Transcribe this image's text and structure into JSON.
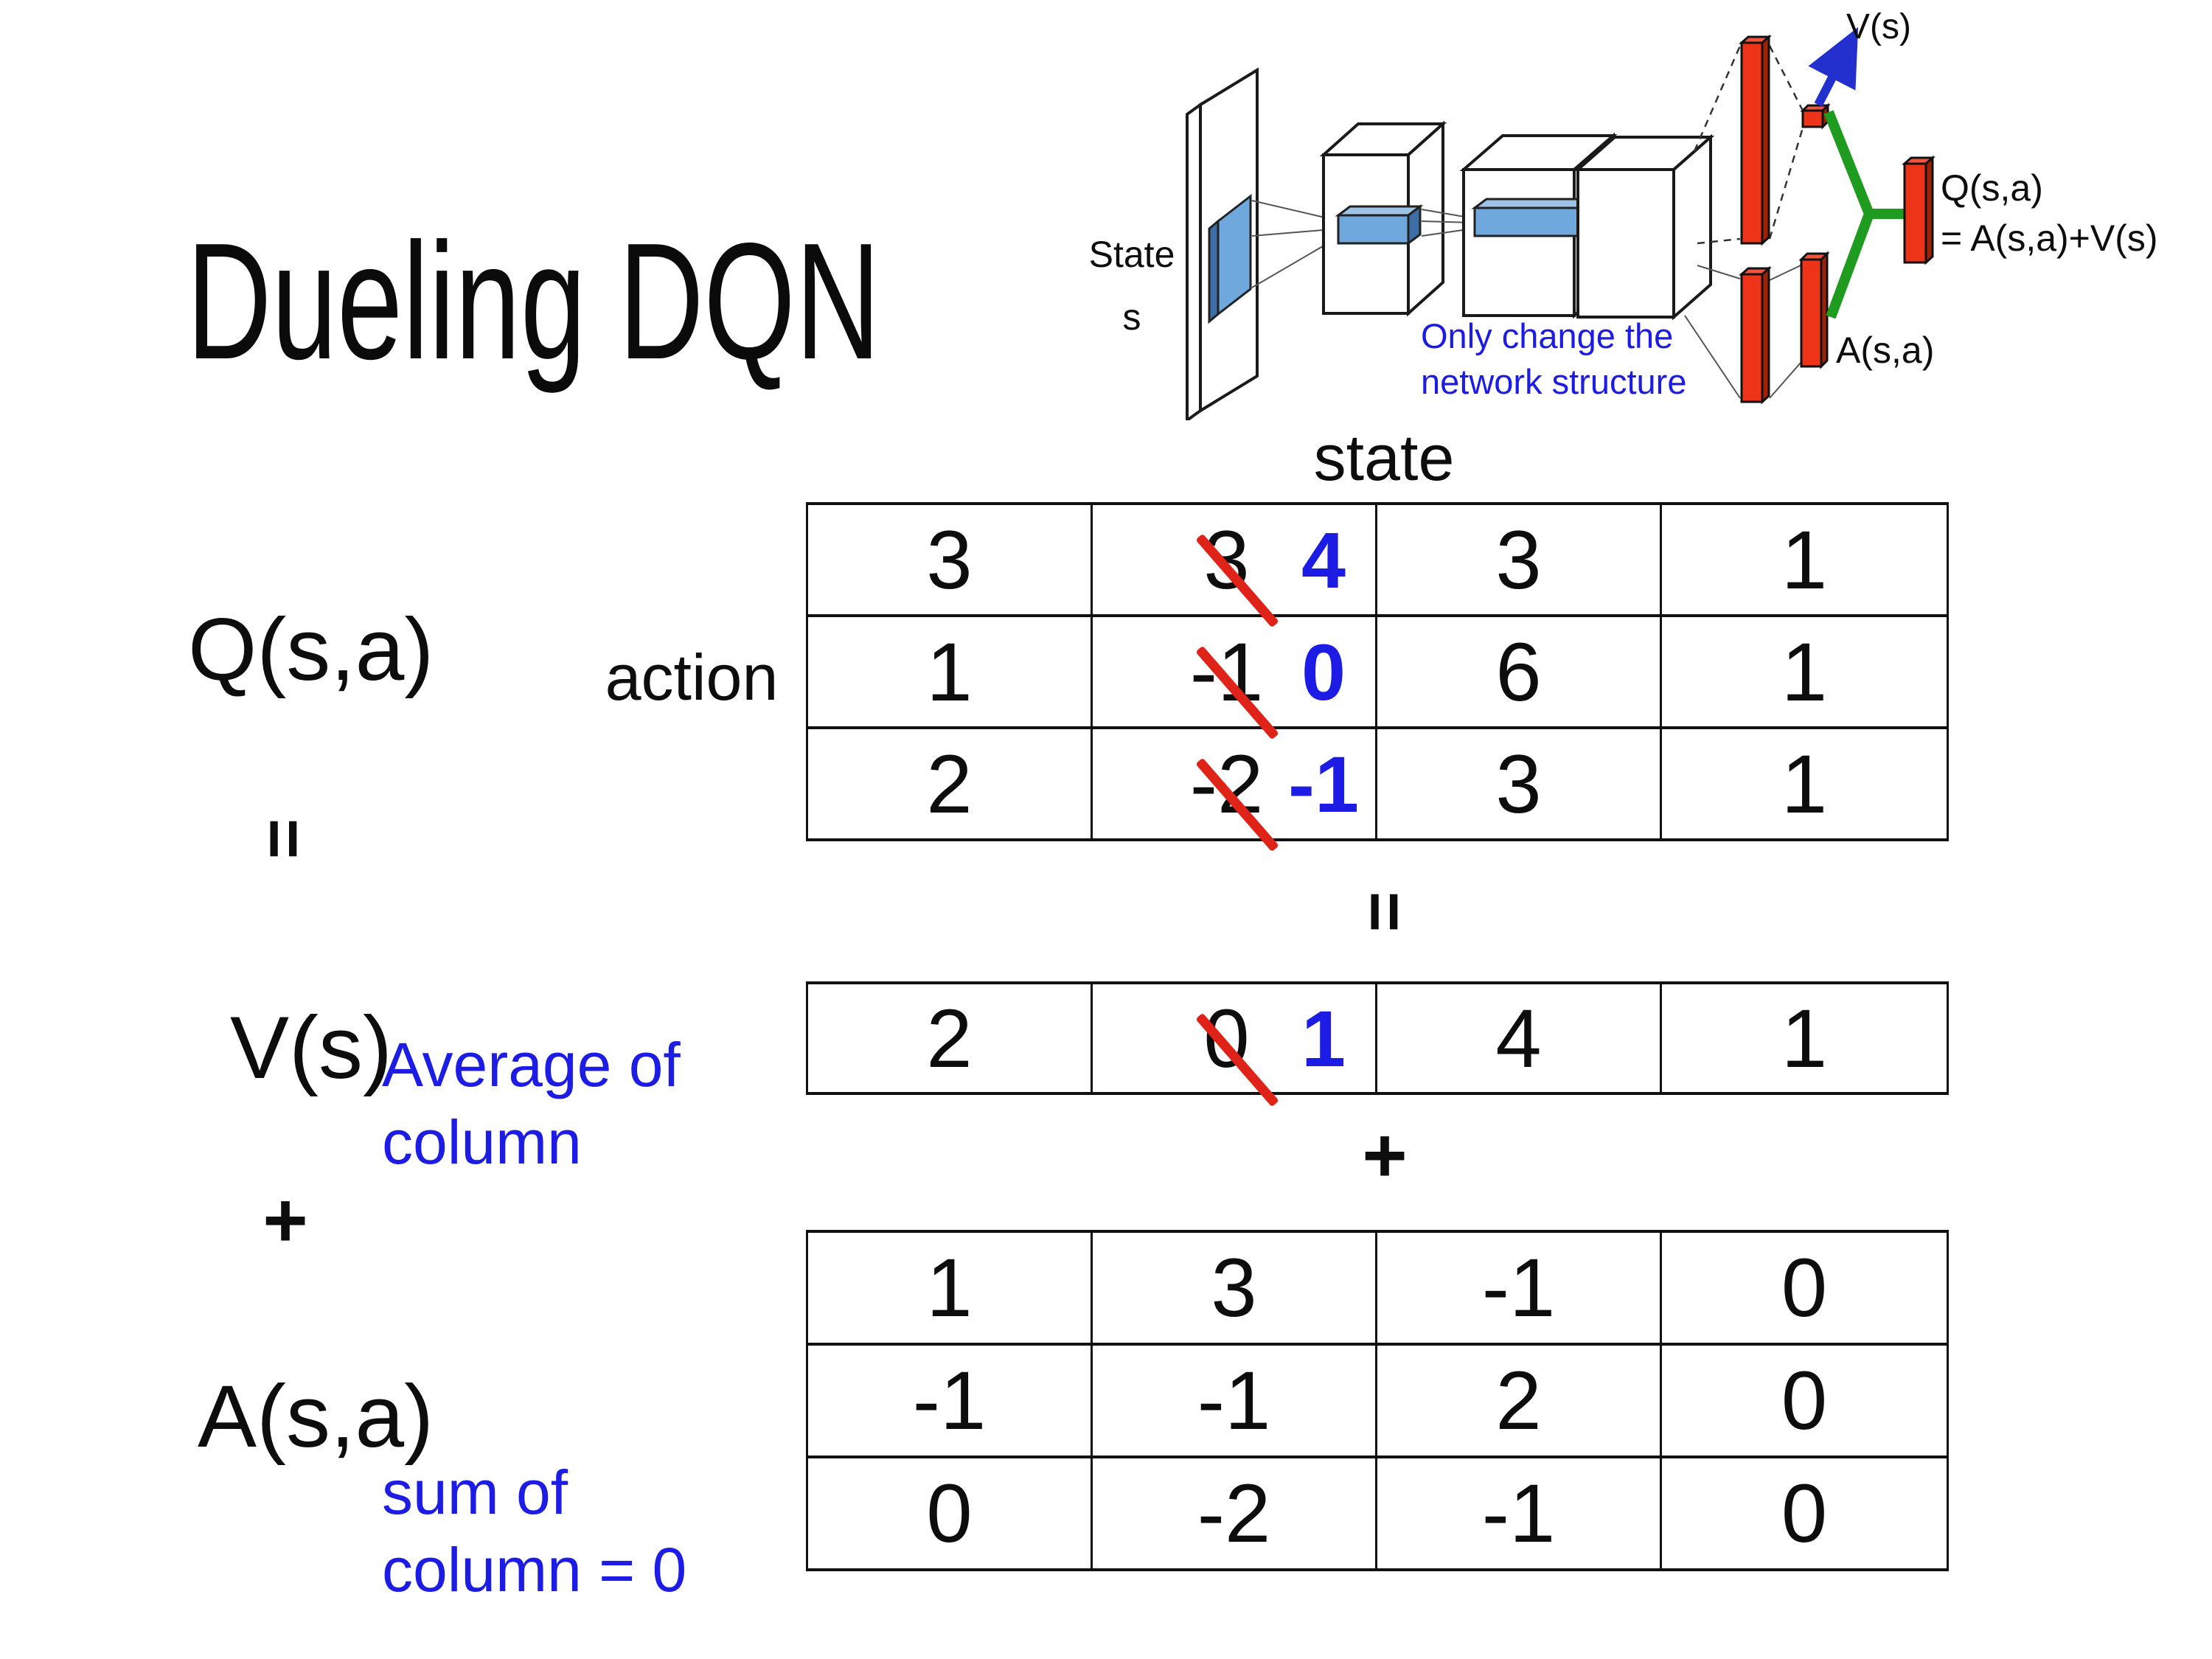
{
  "title": "Dueling DQN",
  "diagram": {
    "state_label_line1": "State",
    "state_label_line2": "s",
    "v_label": "V(s)",
    "q_label": "Q(s,a)",
    "q_formula": "= A(s,a)+V(s)",
    "a_label": "A(s,a)",
    "note_line1": "Only change the",
    "note_line2": "network structure"
  },
  "equation": {
    "q_label": "Q(s,a)",
    "equals_left": "=",
    "v_label": "V(s)",
    "plus_left": "+",
    "a_label": "A(s,a)",
    "equals_mid": "=",
    "plus_mid": "+",
    "state_header": "state",
    "action_header": "action",
    "avg_note_line1": "Average of",
    "avg_note_line2": "column",
    "sum_note_line1": "sum of",
    "sum_note_line2": "column = 0"
  },
  "q_table": {
    "rows": [
      {
        "c1": "3",
        "old": "3",
        "new": "4",
        "c3": "3",
        "c4": "1"
      },
      {
        "c1": "1",
        "old": "-1",
        "new": "0",
        "c3": "6",
        "c4": "1"
      },
      {
        "c1": "2",
        "old": "-2",
        "new": "-1",
        "c3": "3",
        "c4": "1"
      }
    ]
  },
  "v_row": {
    "c1": "2",
    "old": "0",
    "new": "1",
    "c3": "4",
    "c4": "1"
  },
  "a_table": {
    "rows": [
      {
        "c1": "1",
        "c2": "3",
        "c3": "-1",
        "c4": "0"
      },
      {
        "c1": "-1",
        "c2": "-1",
        "c3": "2",
        "c4": "0"
      },
      {
        "c1": "0",
        "c2": "-2",
        "c3": "-1",
        "c4": "0"
      }
    ]
  },
  "colors": {
    "blue_accent": "#1C1CE4",
    "slash_red": "#E02318",
    "bar_red": "#ED3418",
    "bar_red_side": "#9C2208",
    "green": "#1F9B1F",
    "arrow_blue": "#2330CE",
    "conv_blue": "#6FA8DC",
    "table_border": "#111111"
  }
}
